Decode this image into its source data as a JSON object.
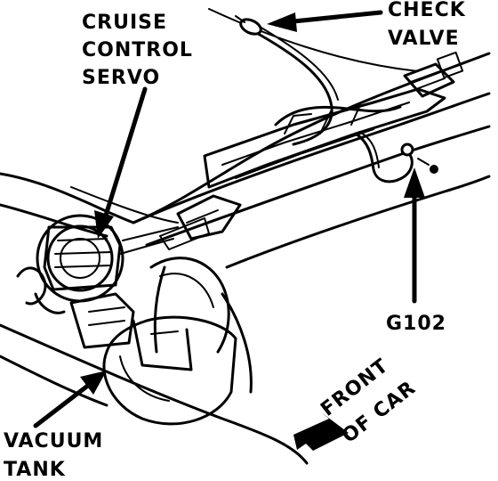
{
  "labels": {
    "servo_line1": "CRUISE",
    "servo_line2": "CONTROL",
    "servo_line3": "SERVO",
    "check_line1": "CHECK",
    "check_line2": "VALVE",
    "ground": "G102",
    "tank_line1": "VACUUM",
    "tank_line2": "TANK",
    "front_line1": "FRONT",
    "front_line2": "OF CAR"
  },
  "colors": {
    "ink": "#000000",
    "paper": "#ffffff"
  }
}
